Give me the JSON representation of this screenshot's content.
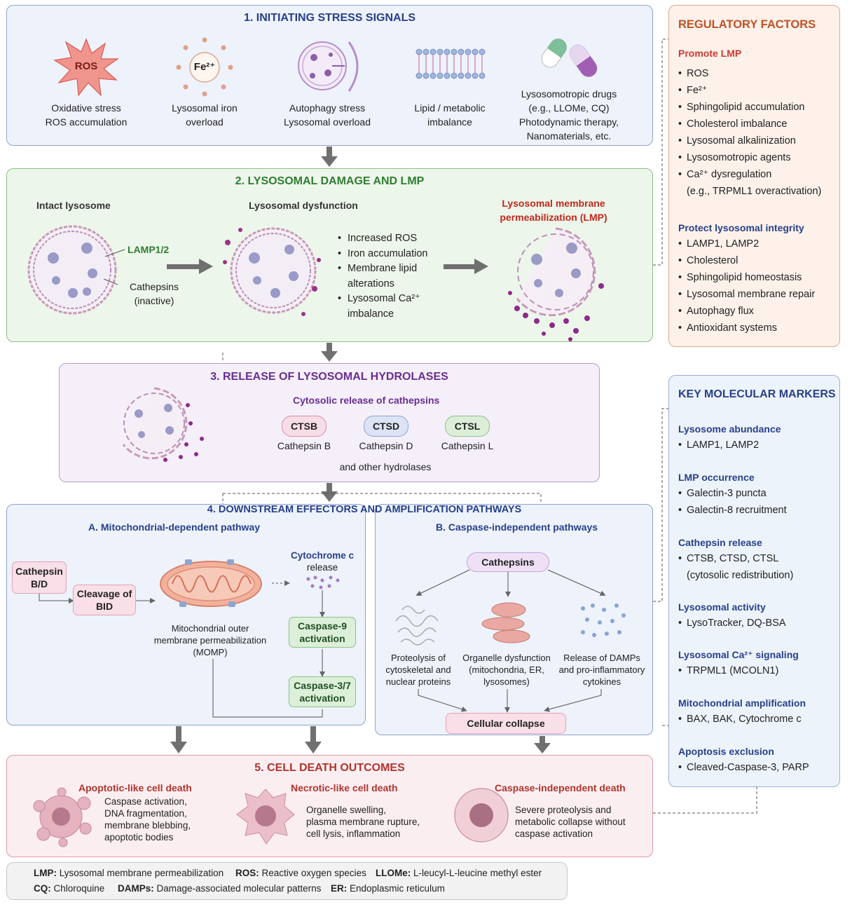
{
  "section1": {
    "title": "1. INITIATING STRESS SIGNALS",
    "ros_badge": "ROS",
    "fe_badge": "Fe²⁺",
    "items": [
      {
        "line1": "Oxidative stress",
        "line2": "ROS accumulation"
      },
      {
        "line1": "Lysosomal iron",
        "line2": "overload"
      },
      {
        "line1": "Autophagy stress",
        "line2": "Lysosomal overload"
      },
      {
        "line1": "Lipid / metabolic",
        "line2": "imbalance"
      },
      {
        "line1": "Lysosomotropic drugs",
        "line2": "(e.g., LLOMe, CQ)",
        "line3": "Photodynamic therapy,",
        "line4": "Nanomaterials, etc."
      }
    ]
  },
  "section2": {
    "title": "2. LYSOSOMAL DAMAGE AND LMP",
    "intact_label": "Intact lysosome",
    "dysfunction_label": "Lysosomal dysfunction",
    "lmp_label_line1": "Lysosomal membrane",
    "lmp_label_line2": "permeabilization (LMP)",
    "lamp_label": "LAMP1/2",
    "cathepsins_line1": "Cathepsins",
    "cathepsins_line2": "(inactive)",
    "bullets": [
      "Increased ROS",
      "Iron accumulation",
      "Membrane lipid",
      "alterations",
      "Lysosomal Ca²⁺",
      "imbalance"
    ]
  },
  "section3": {
    "title": "3. RELEASE OF LYSOSOMAL HYDROLASES",
    "subtitle": "Cytosolic release of cathepsins",
    "cathepsins": [
      {
        "code": "CTSB",
        "name": "Cathepsin B",
        "color": "#f6dde6"
      },
      {
        "code": "CTSD",
        "name": "Cathepsin D",
        "color": "#dbe3f5"
      },
      {
        "code": "CTSL",
        "name": "Cathepsin L",
        "color": "#dceed8"
      }
    ],
    "other": "and other hydrolases"
  },
  "section4": {
    "title": "4. DOWNSTREAM EFFECTORS AND AMPLIFICATION PATHWAYS",
    "a_title": "A. Mitochondrial-dependent pathway",
    "b_title": "B. Caspase-independent pathways",
    "cathepsin_bd_line1": "Cathepsin",
    "cathepsin_bd_line2": "B/D",
    "bid_line1": "Cleavage of",
    "bid_line2": "BID",
    "momp_line1": "Mitochondrial outer",
    "momp_line2": "membrane permeabilization",
    "momp_line3": "(MOMP)",
    "cytc_line1": "Cytochrome c",
    "cytc_line2": "release",
    "casp9_line1": "Caspase-9",
    "casp9_line2": "activation",
    "casp37_line1": "Caspase-3/7",
    "casp37_line2": "activation",
    "cathepsins_pill": "Cathepsins",
    "b_items": [
      {
        "line1": "Proteolysis of",
        "line2": "cytoskeletal and",
        "line3": "nuclear proteins"
      },
      {
        "line1": "Organelle dysfunction",
        "line2": "(mitochondria, ER,",
        "line3": "lysosomes)"
      },
      {
        "line1": "Release of DAMPs",
        "line2": "and pro-inflammatory",
        "line3": "cytokines"
      }
    ],
    "collapse": "Cellular collapse"
  },
  "section5": {
    "title": "5. CELL DEATH OUTCOMES",
    "outcomes": [
      {
        "title": "Apoptotic-like cell death",
        "line1": "Caspase activation,",
        "line2": "DNA fragmentation,",
        "line3": "membrane blebbing,",
        "line4": "apoptotic bodies"
      },
      {
        "title": "Necrotic-like cell death",
        "line1": "Organelle swelling,",
        "line2": "plasma membrane rupture,",
        "line3": "cell lysis, inflammation"
      },
      {
        "title": "Caspase-independent death",
        "line1": "Severe proteolysis and",
        "line2": "metabolic collapse without",
        "line3": "caspase activation"
      }
    ]
  },
  "legend": {
    "row1": [
      {
        "abbr": "LMP:",
        "text": "Lysosomal membrane permeabilization"
      },
      {
        "abbr": "ROS:",
        "text": "Reactive oxygen species"
      },
      {
        "abbr": "LLOMe:",
        "text": "L-leucyl-L-leucine methyl ester"
      }
    ],
    "row2": [
      {
        "abbr": "CQ:",
        "text": "Chloroquine"
      },
      {
        "abbr": "DAMPs:",
        "text": "Damage-associated molecular patterns"
      },
      {
        "abbr": "ER:",
        "text": "Endoplasmic reticulum"
      }
    ]
  },
  "regulatory": {
    "title": "REGULATORY FACTORS",
    "promote_title": "Promote LMP",
    "promote_items": [
      "ROS",
      "Fe²⁺",
      "Sphingolipid accumulation",
      "Cholesterol imbalance",
      "Lysosomal alkalinization",
      "Lysosomotropic agents",
      "Ca²⁺ dysregulation",
      "(e.g., TRPML1 overactivation)"
    ],
    "protect_title": "Protect lysosomal integrity",
    "protect_items": [
      "LAMP1, LAMP2",
      "Cholesterol",
      "Sphingolipid homeostasis",
      "Lysosomal membrane repair",
      "Autophagy flux",
      "Antioxidant systems"
    ]
  },
  "markers": {
    "title": "KEY MOLECULAR MARKERS",
    "groups": [
      {
        "title": "Lysosome abundance",
        "items": [
          "LAMP1, LAMP2"
        ]
      },
      {
        "title": "LMP occurrence",
        "items": [
          "Galectin-3 puncta",
          "Galectin-8 recruitment"
        ]
      },
      {
        "title": "Cathepsin release",
        "items": [
          "CTSB, CTSD, CTSL",
          "(cytosolic redistribution)"
        ]
      },
      {
        "title": "Lysosomal activity",
        "items": [
          "LysoTracker, DQ-BSA"
        ]
      },
      {
        "title": "Lysosomal Ca²⁺ signaling",
        "items": [
          "TRPML1 (MCOLN1)"
        ]
      },
      {
        "title": "Mitochondrial amplification",
        "items": [
          "BAX, BAK, Cytochrome c"
        ]
      },
      {
        "title": "Apoptosis exclusion",
        "items": [
          "Cleaved-Caspase-3, PARP"
        ]
      }
    ]
  },
  "colors": {
    "blue_title": "#27408b",
    "green_title": "#2f7d32",
    "purple_title": "#6a2d91",
    "red_title": "#b0342e",
    "orange_title": "#c25124",
    "arrow": "#6f6f6f"
  }
}
